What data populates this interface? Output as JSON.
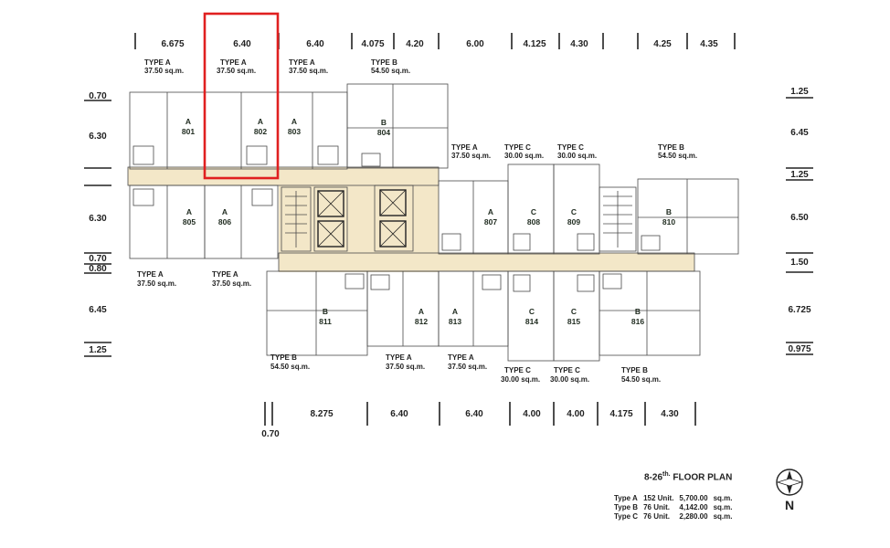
{
  "plan": {
    "top_dims": [
      "6.675",
      "6.40",
      "6.40",
      "4.075",
      "4.20",
      "6.00",
      "4.125",
      "4.30",
      "4.25",
      "4.35"
    ],
    "bottom_dims": [
      "8.275",
      "6.40",
      "6.40",
      "4.00",
      "4.00",
      "4.175",
      "4.30"
    ],
    "bottom_left_dim": "0.70",
    "left_dims": [
      "0.70",
      "6.30",
      "6.30",
      "0.70",
      "0.80",
      "6.45",
      "1.25"
    ],
    "right_dims": [
      "1.25",
      "6.45",
      "1.25",
      "6.50",
      "1.50",
      "6.725",
      "0.975"
    ],
    "units": [
      {
        "code": "801",
        "type_letter": "A",
        "color": "#8bc46a"
      },
      {
        "code": "802",
        "type_letter": "A",
        "color": "#8bc46a"
      },
      {
        "code": "803",
        "type_letter": "A",
        "color": "#8bc46a"
      },
      {
        "code": "804",
        "type_letter": "B",
        "color": "#ee6b6b"
      },
      {
        "code": "805",
        "type_letter": "A",
        "color": "#8bc46a"
      },
      {
        "code": "806",
        "type_letter": "A",
        "color": "#8bc46a"
      },
      {
        "code": "807",
        "type_letter": "A",
        "color": "#8bc46a"
      },
      {
        "code": "808",
        "type_letter": "C",
        "color": "#4ec0ad"
      },
      {
        "code": "809",
        "type_letter": "C",
        "color": "#4ec0ad"
      },
      {
        "code": "810",
        "type_letter": "B",
        "color": "#ee6b6b"
      },
      {
        "code": "811",
        "type_letter": "B",
        "color": "#ee6b6b"
      },
      {
        "code": "812",
        "type_letter": "A",
        "color": "#8bc46a"
      },
      {
        "code": "813",
        "type_letter": "A",
        "color": "#8bc46a"
      },
      {
        "code": "814",
        "type_letter": "C",
        "color": "#4ec0ad"
      },
      {
        "code": "815",
        "type_letter": "C",
        "color": "#4ec0ad"
      },
      {
        "code": "816",
        "type_letter": "B",
        "color": "#ee6b6b"
      }
    ],
    "type_labels": [
      {
        "type": "TYPE A",
        "area": "37.50 sq.m."
      },
      {
        "type": "TYPE A",
        "area": "37.50 sq.m."
      },
      {
        "type": "TYPE A",
        "area": "37.50 sq.m."
      },
      {
        "type": "TYPE B",
        "area": "54.50 sq.m."
      },
      {
        "type": "TYPE A",
        "area": "37.50 sq.m."
      },
      {
        "type": "TYPE C",
        "area": "30.00 sq.m."
      },
      {
        "type": "TYPE C",
        "area": "30.00 sq.m."
      },
      {
        "type": "TYPE B",
        "area": "54.50 sq.m."
      },
      {
        "type": "TYPE A",
        "area": "37.50 sq.m."
      },
      {
        "type": "TYPE A",
        "area": "37.50 sq.m."
      },
      {
        "type": "TYPE B",
        "area": "54.50 sq.m."
      },
      {
        "type": "TYPE A",
        "area": "37.50 sq.m."
      },
      {
        "type": "TYPE A",
        "area": "37.50 sq.m."
      },
      {
        "type": "TYPE C",
        "area": "30.00 sq.m."
      },
      {
        "type": "TYPE C",
        "area": "30.00 sq.m."
      },
      {
        "type": "TYPE B",
        "area": "54.50 sq.m."
      }
    ],
    "colors": {
      "type_a": "#8bc46a",
      "type_b": "#ee6b6b",
      "type_c": "#4ec0ad",
      "corridor": "#f3e7c8",
      "core": "#e9dcb8",
      "highlight": "#e02020"
    }
  },
  "floor_title": {
    "floors": "8-26",
    "suffix": "th.",
    "label": "FLOOR PLAN"
  },
  "summary": [
    {
      "type": "Type A",
      "units": "152 Unit.",
      "area": "5,700.00",
      "unit_label": "sq.m."
    },
    {
      "type": "Type B",
      "units": "76 Unit.",
      "area": "4,142.00",
      "unit_label": "sq.m."
    },
    {
      "type": "Type C",
      "units": "76 Unit.",
      "area": "2,280.00",
      "unit_label": "sq.m."
    }
  ],
  "north_label": "N"
}
